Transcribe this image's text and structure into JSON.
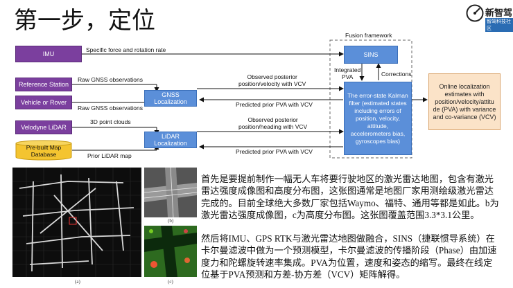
{
  "header": {
    "title": "第一步，定位"
  },
  "brand": {
    "name": "新智驾",
    "sub": "智驾科技社区"
  },
  "diagram": {
    "fusion_label": "Fusion framework",
    "imu": "IMU",
    "imu_edge": "Specific force and rotation rate",
    "reference_station": "Reference Station",
    "vehicle_rover": "Vehicle or Rover",
    "raw_gnss_1": "Raw GNSS observations",
    "raw_gnss_2": "Raw GNSS observations",
    "gnss_localization": "GNSS Localization",
    "observed_gnss": [
      "Observed posterior",
      "position/velocity with VCV"
    ],
    "predicted_gnss": "Predicted prior PVA with VCV",
    "velodyne": "Velodyne LiDAR",
    "point_clouds": "3D point clouds",
    "prebuilt_map": [
      "Pre-built Map",
      "Database"
    ],
    "prior_lidar_map": "Prior LiDAR map",
    "lidar_localization": "LiDAR Localization",
    "observed_lidar": [
      "Observed posterior",
      "position/heading with VCV"
    ],
    "predicted_lidar": "Predicted prior PVA with VCV",
    "sins": "SINS",
    "integrated_pva": [
      "Integrated",
      "PVA"
    ],
    "corrections": "Corrections",
    "kalman": [
      "The error-state Kalman",
      "filter (estimated states",
      "including errors of",
      "position, velocity,",
      "attitude,",
      "accelerometers bias,",
      "gyroscopes bias)"
    ],
    "output": [
      "Online localization",
      "estimates with",
      "position/velocity/attitu",
      "de (PVA) with variance",
      "and co-variance (VCV)"
    ]
  },
  "figures": {
    "cap_a": "(a)",
    "cap_b": "(b)",
    "cap_c": "(c)"
  },
  "body": {
    "para1": "首先是要提前制作一幅无人车将要行驶地区的激光雷达地图，包含有激光雷达强度成像图和高度分布图，这张图通常是地图厂家用测绘级激光雷达完成的。目前全球绝大多数厂家包括Waymo、福特、通用等都是如此。b为激光雷达强度成像图，c为高度分布图。这张图覆盖范围3.3*3.1公里。",
    "para2": "然后将IMU、GPS RTK与激光雷达地图做融合，SINS（捷联惯导系统）在卡尔曼滤波中做为一个预测模型，卡尔曼滤波的传播阶段（Phase）由加速度力和陀螺旋转速率集成。PVA为位置，速度和姿态的缩写。最终在线定位基于PVA预测和方差-协方差（VCV）矩阵解得。"
  }
}
